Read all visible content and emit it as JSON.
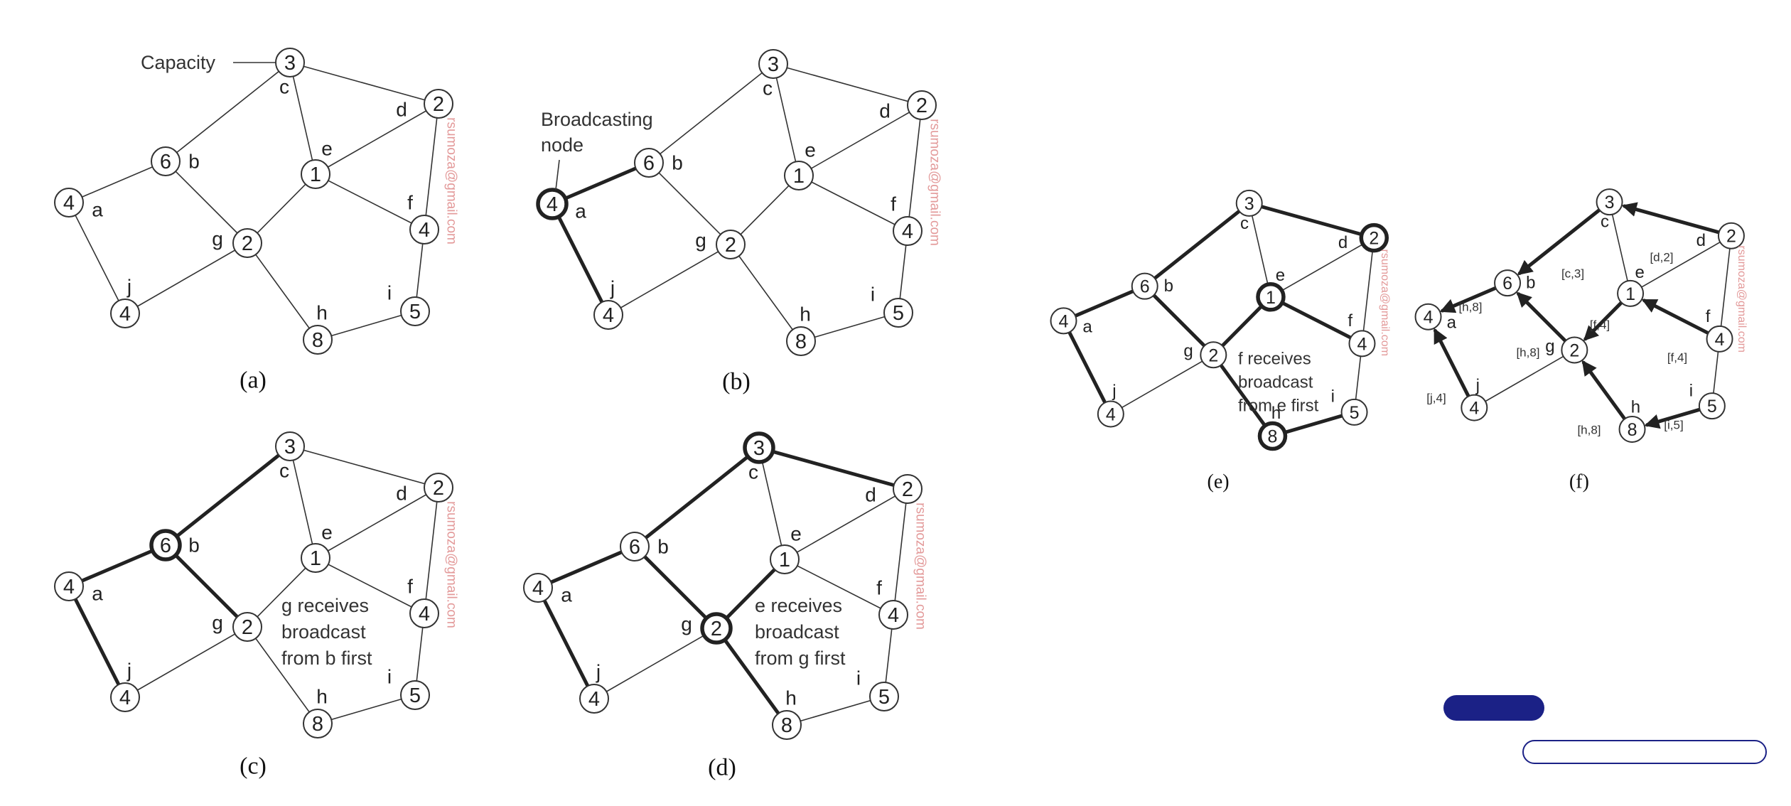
{
  "node_labels": [
    "a",
    "b",
    "c",
    "d",
    "e",
    "f",
    "g",
    "h",
    "i",
    "j"
  ],
  "node_values": {
    "a": "4",
    "b": "6",
    "c": "3",
    "d": "2",
    "e": "1",
    "f": "4",
    "g": "2",
    "h": "8",
    "i": "5",
    "j": "4"
  },
  "edges": [
    [
      "a",
      "b"
    ],
    [
      "a",
      "j"
    ],
    [
      "b",
      "c"
    ],
    [
      "b",
      "g"
    ],
    [
      "c",
      "d"
    ],
    [
      "c",
      "e"
    ],
    [
      "d",
      "e"
    ],
    [
      "d",
      "f"
    ],
    [
      "e",
      "f"
    ],
    [
      "e",
      "g"
    ],
    [
      "f",
      "i"
    ],
    [
      "g",
      "h"
    ],
    [
      "g",
      "j"
    ],
    [
      "h",
      "i"
    ]
  ],
  "watermark": "rsumoza@gmail.com",
  "panels": [
    {
      "id": "a",
      "caption": "(a)",
      "bold_nodes": [],
      "bold_edges": [],
      "callout": {
        "text": "Capacity",
        "target": "c"
      }
    },
    {
      "id": "b",
      "caption": "(b)",
      "bold_nodes": [
        "a"
      ],
      "bold_edges": [
        [
          "a",
          "b"
        ],
        [
          "a",
          "j"
        ]
      ],
      "callout": {
        "text_lines": [
          "Broadcasting",
          "node"
        ],
        "target": "a"
      }
    },
    {
      "id": "c",
      "caption": "(c)",
      "bold_nodes": [
        "b"
      ],
      "bold_edges": [
        [
          "a",
          "b"
        ],
        [
          "a",
          "j"
        ],
        [
          "b",
          "c"
        ],
        [
          "b",
          "g"
        ]
      ],
      "note": [
        "g receives",
        "broadcast",
        "from b first"
      ]
    },
    {
      "id": "d",
      "caption": "(d)",
      "bold_nodes": [
        "c",
        "g"
      ],
      "bold_edges": [
        [
          "a",
          "b"
        ],
        [
          "a",
          "j"
        ],
        [
          "b",
          "c"
        ],
        [
          "b",
          "g"
        ],
        [
          "c",
          "d"
        ],
        [
          "e",
          "g"
        ],
        [
          "g",
          "h"
        ]
      ],
      "note": [
        "e receives",
        "broadcast",
        "from g first"
      ]
    },
    {
      "id": "e",
      "caption": "(e)",
      "bold_nodes": [
        "d",
        "e",
        "h"
      ],
      "bold_edges": [
        [
          "a",
          "b"
        ],
        [
          "a",
          "j"
        ],
        [
          "b",
          "c"
        ],
        [
          "b",
          "g"
        ],
        [
          "c",
          "d"
        ],
        [
          "e",
          "g"
        ],
        [
          "g",
          "h"
        ],
        [
          "e",
          "f"
        ],
        [
          "h",
          "i"
        ]
      ],
      "note": [
        "f receives",
        "broadcast",
        "from e first"
      ]
    },
    {
      "id": "f",
      "caption": "(f)",
      "bold_nodes": [],
      "arrows": [
        {
          "from": "d",
          "to": "c",
          "tag": "[d,2]"
        },
        {
          "from": "c",
          "to": "b",
          "tag": "[c,3]"
        },
        {
          "from": "b",
          "to": "a",
          "tag": "[h,8]"
        },
        {
          "from": "j",
          "to": "a",
          "tag": "[j,4]"
        },
        {
          "from": "g",
          "to": "b",
          "tag": "[h,8]"
        },
        {
          "from": "e",
          "to": "g",
          "tag": "[f,4]"
        },
        {
          "from": "f",
          "to": "e",
          "tag": "[f,4]"
        },
        {
          "from": "h",
          "to": "g",
          "tag": "[h,8]"
        },
        {
          "from": "i",
          "to": "h",
          "tag": "[i,5]"
        }
      ]
    }
  ],
  "colors": {
    "edge": "#333333",
    "watermark": "#e39a9a",
    "accent": "#1b2186"
  }
}
